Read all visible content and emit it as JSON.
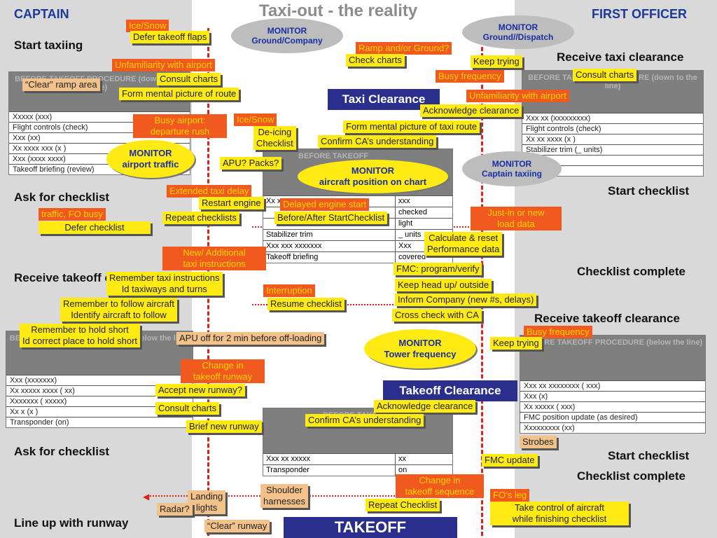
{
  "title": "Taxi-out - the reality",
  "roles": {
    "captain": "CAPTAIN",
    "first_officer": "FIRST OFFICER"
  },
  "captain_steps": [
    "Start taxiing",
    "Ask for checklist",
    "Receive takeoff clearance",
    "Ask for checklist",
    "Line up with runway"
  ],
  "fo_steps": [
    "Receive taxi clearance",
    "Start checklist",
    "Checklist complete",
    "Receive takeoff clearance",
    "Start checklist",
    "Checklist complete"
  ],
  "left_card1": {
    "header": "BEFORE TAKEOFF PROCEDURE (down to the line)",
    "rows": [
      "Xxxxx  (xxx)",
      "Flight controls (check)",
      "Xxx (xx)",
      "Xx xxxx xxx (x )",
      "Xxx (xxxx xxxx)",
      "Takeoff briefing (review)"
    ]
  },
  "left_card2": {
    "header": "BEFORE TAKEOFF PROCEDURE (below the line)",
    "rows": [
      "Xxx (xxxxxxx)",
      "Xx xxxxx  xxxx ( xx)",
      "Xxxxxxx ( xxxxx)",
      "Xx x (x )",
      "Transponder (on)"
    ]
  },
  "right_card1": {
    "header": "BEFORE TAKEOFF PROCEDURE (down to the line)",
    "rows": [
      "Xxx xx (xxxxxxxxx)",
      "Flight controls (check)",
      "Xx xx xxxx (x )",
      "Stabilizer trim (_ units)",
      "",
      "Xx (xxx)"
    ]
  },
  "right_card2": {
    "header": "BEFORE TAKEOFF PROCEDURE (below the line)",
    "rows": [
      "Xxx xx xxxxxxxx ( xxx)",
      "Xxx (x)",
      "Xx xxxxx ( xxx)",
      "FMC position update (as desired)",
      "Xxxxxxxxx (xx)"
    ]
  },
  "center_card1": {
    "header": "BEFORE TAKEOFF",
    "rows": [
      [
        "Xx xxxxxx",
        "xxx"
      ],
      [
        "",
        "checked"
      ],
      [
        "",
        "light"
      ],
      [
        "Stabilizer trim",
        "_ units"
      ],
      [
        "Xxx xxx xxxxxxx",
        "Xxx"
      ],
      [
        "Takeoff briefing",
        "covered"
      ]
    ]
  },
  "center_card2": {
    "header": "BEFORE TAKEOFF",
    "subheader": "(below the line)",
    "rows": [
      [
        "Xxx xx xxxxx",
        "xx"
      ],
      [
        "Transponder",
        "on"
      ]
    ]
  },
  "bands": {
    "taxi_clearance": "Taxi Clearance",
    "takeoff_clearance": "Takeoff Clearance",
    "takeoff": "TAKEOFF"
  },
  "clouds": {
    "ground_company": [
      "MONITOR",
      "Ground/Company"
    ],
    "ground_dispatch": [
      "MONITOR",
      "Ground//Dispatch"
    ],
    "captain_taxiing": [
      "MONITOR",
      "Captain taxiing"
    ]
  },
  "ycloud": {
    "airport_traffic": [
      "MONITOR",
      "airport traffic"
    ],
    "aircraft_position": [
      "MONITOR",
      "aircraft position on chart"
    ],
    "tower_frequency": [
      "MONITOR",
      "Tower frequency"
    ]
  },
  "yellow_notes": {
    "defer_takeoff_flaps": "Defer takeoff flaps",
    "consult_charts_1": "Consult charts",
    "form_mental_route": "Form mental picture of route",
    "deicing": [
      "De-icing",
      "Checklist"
    ],
    "apu_packs": "APU? Packs?",
    "restart_engine": "Restart engine",
    "repeat_checklists": "Repeat checklists",
    "defer_checklist": "Defer  checklist",
    "remember_taxi": [
      "Remember taxi instructions",
      "Id taxiways and turns"
    ],
    "remember_follow": [
      "Remember to follow aircraft",
      "Identify aircraft to follow"
    ],
    "remember_hold": [
      "Remember to hold short",
      "Id correct place to hold short"
    ],
    "resume_checklist": "Resume checklist",
    "accept_new_runway": "Accept new runway?",
    "consult_charts_2": "Consult charts",
    "brief_new_runway": "Brief new  runway",
    "check_charts": "Check charts",
    "keep_trying_1": "Keep trying",
    "consult_charts_fo": "Consult charts",
    "acknowledge_clearance_1": "Acknowledge clearance",
    "form_mental_taxi": "Form mental picture of taxi route",
    "confirm_ca_1": "Confirm CA’s understanding",
    "before_after_start": "Before/After StartChecklist",
    "calc_reset": [
      "Calculate & reset",
      "Performance data"
    ],
    "fmc_program": "FMC: program/verify",
    "keep_head_up": "Keep head up/ outside",
    "inform_company": "Inform Company (new #s, delays)",
    "cross_check": "Cross check with CA",
    "keep_trying_2": "Keep trying",
    "acknowledge_clearance_2": "Acknowledge clearance",
    "confirm_ca_2": "Confirm CA’s understanding",
    "fmc_update": "FMC update",
    "repeat_checklist": "Repeat Checklist",
    "take_control": [
      "Take control of aircraft",
      "while finishing checklist"
    ]
  },
  "tan_notes": {
    "clear_ramp": "“Clear” ramp area",
    "apu_off": "APU off for 2 min before off-loading",
    "strobes": "Strobes",
    "landing_lights": [
      "Landing",
      "lights"
    ],
    "radar": "Radar?",
    "shoulder": [
      "Shoulder",
      "harnesses"
    ],
    "clear_runway": "“Clear” runway"
  },
  "red_notes": {
    "ice_snow_1": "Ice/Snow",
    "unfamiliarity_1": "Unfamiliarity with airport",
    "busy_airport": [
      "Busy airport:",
      "departure rush"
    ],
    "ice_snow_2": "Ice/Snow",
    "extended_taxi": "Extended taxi delay",
    "traffic_fo_busy": "traffic, FO busy",
    "new_additional": [
      "New/ Additional",
      "taxi instructions"
    ],
    "interruption": "Interruption",
    "change_runway": [
      "Change in",
      "takeoff runway"
    ],
    "ramp_ground": "Ramp and/or Ground?",
    "busy_freq_1": "Busy frequency",
    "unfamiliarity_2": "Unfamiliarity with airport",
    "delayed_engine": "Delayed engine start",
    "just_in": [
      "Just-in or new",
      "load data"
    ],
    "busy_freq_2": "Busy frequency",
    "change_sequence": [
      "Change in",
      "takeoff sequence"
    ],
    "fo_leg": "FO’s leg"
  }
}
